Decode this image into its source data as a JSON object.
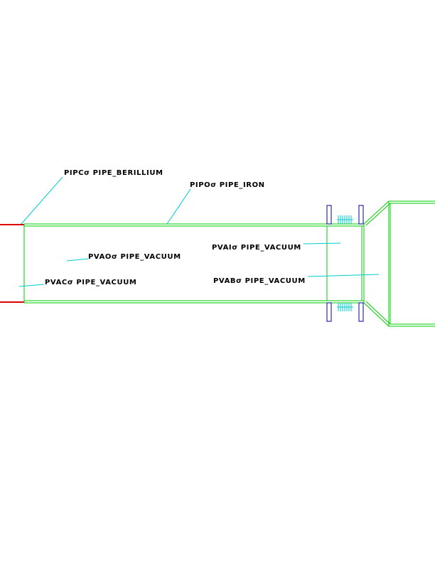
{
  "colors": {
    "pipe": "#00cc00",
    "leader": "#00cccc",
    "beam_pipe_red": "#dd0000",
    "flange": "#000099",
    "bellows": "#00cccc",
    "text": "#000000",
    "background": "#ffffff"
  },
  "labels": {
    "pipc": "PIPCσ PIPE_BERILLIUM",
    "pipo": "PIPOσ PIPE_IRON",
    "pvao": "PVAOσ PIPE_VACUUM",
    "pvac": "PVACσ PIPE_VACUUM",
    "pvai": "PVAIσ PIPE_VACUUM",
    "pvab": "PVABσ PIPE_VACUUM"
  }
}
